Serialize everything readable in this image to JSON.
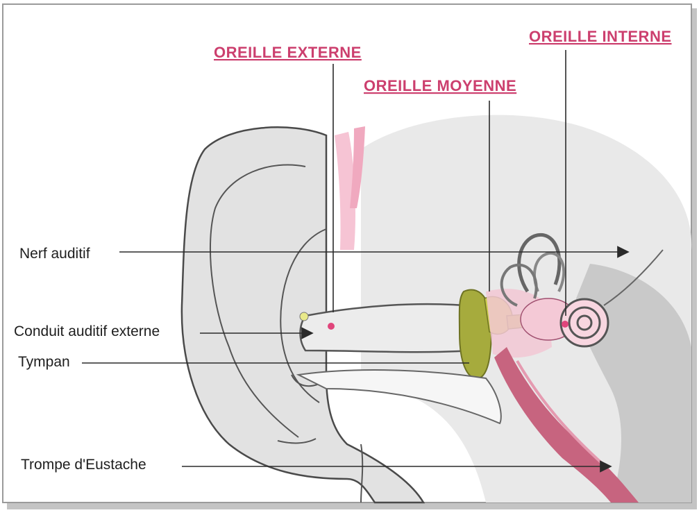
{
  "colors": {
    "section_title": "#cc3f6e",
    "skin": "#e4e4e4",
    "skin_outline": "#4a4a4a",
    "ossicle_green": "#a6ab3d",
    "canal_pink": "#f4aec5",
    "eustachian": "#c7647f",
    "leader_line": "#2a2a2a",
    "frame_shadow": "#b8b8b8"
  },
  "sections": {
    "externe": "OREILLE EXTERNE",
    "moyenne": "OREILLE MOYENNE",
    "interne": "OREILLE INTERNE"
  },
  "labels": {
    "nerf": "Nerf auditif",
    "conduit": "Conduit auditif externe",
    "tympan": "Tympan",
    "trompe": "Trompe d'Eustache"
  },
  "icons": {
    "ear": "ear-anatomy-illustration",
    "arrow": "arrow-right-icon"
  }
}
